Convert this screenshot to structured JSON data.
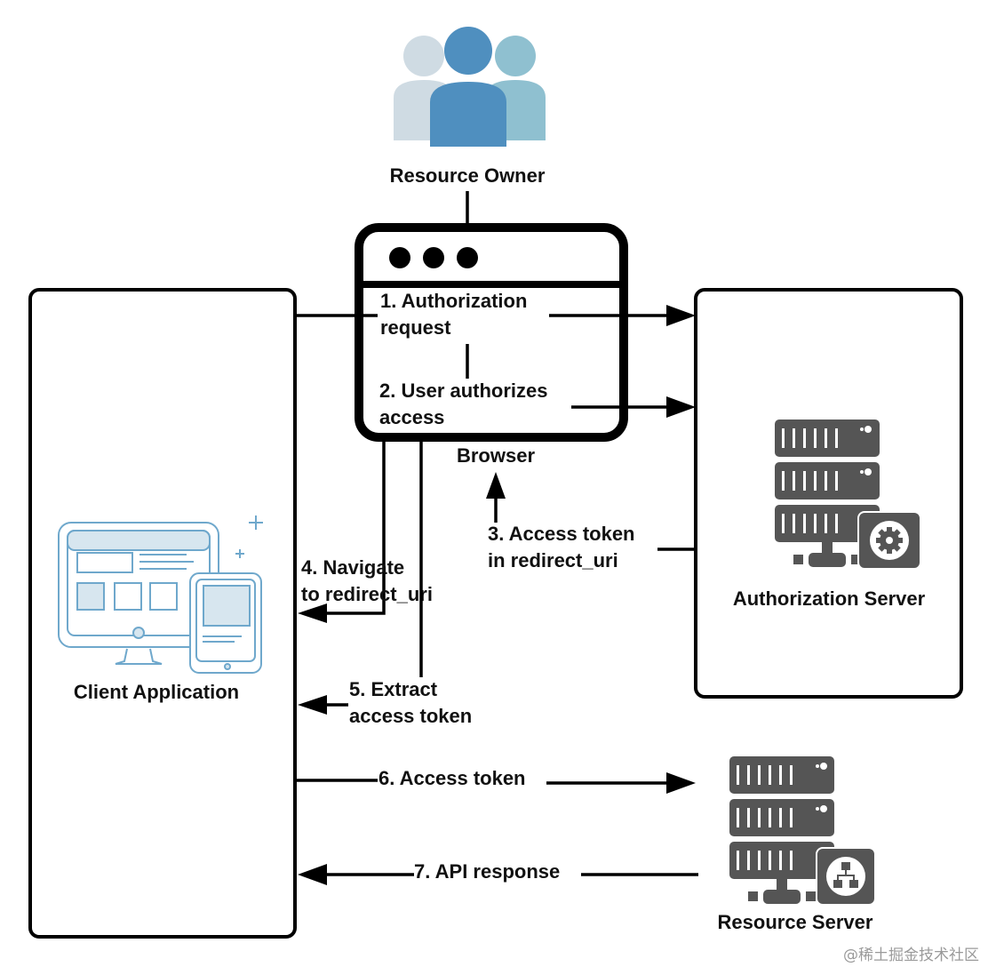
{
  "diagram": {
    "title": "OAuth 2.0 Implicit Grant Flow",
    "nodes": {
      "resource_owner": {
        "label": "Resource Owner",
        "icon": "users-group-icon"
      },
      "browser": {
        "label": "Browser",
        "icon": "browser-window-icon"
      },
      "client_application": {
        "label": "Client Application",
        "icon": "desktop-and-tablet-icon"
      },
      "authorization_server": {
        "label": "Authorization Server",
        "icon": "server-gear-icon"
      },
      "resource_server": {
        "label": "Resource Server",
        "icon": "server-network-icon"
      }
    },
    "steps": [
      {
        "id": 1,
        "line1": "1. Authorization",
        "line2": "request",
        "from": "Client Application",
        "to": "Authorization Server"
      },
      {
        "id": 2,
        "line1": "2. User authorizes",
        "line2": "access",
        "from": "Resource Owner",
        "to": "Authorization Server"
      },
      {
        "id": 3,
        "line1": "3. Access token",
        "line2": "in redirect_uri",
        "from": "Authorization Server",
        "to": "Browser"
      },
      {
        "id": 4,
        "line1": "4. Navigate",
        "line2": "to redirect_uri",
        "from": "Browser",
        "to": "Client Application"
      },
      {
        "id": 5,
        "line1": "5. Extract",
        "line2": "access token",
        "from": "Browser",
        "to": "Client Application"
      },
      {
        "id": 6,
        "line1": "6. Access token",
        "from": "Client Application",
        "to": "Resource Server"
      },
      {
        "id": 7,
        "line1": "7. API response",
        "from": "Resource Server",
        "to": "Client Application"
      }
    ],
    "colors": {
      "user_light": "#cfdbe3",
      "user_main": "#4f8fbf",
      "user_teal": "#8fc0d0",
      "client_icon_stroke": "#6fa8cc",
      "client_icon_fill": "#d7e6ef",
      "server_gray": "#555555",
      "line": "#000000"
    }
  },
  "watermark": "@稀土掘金技术社区"
}
